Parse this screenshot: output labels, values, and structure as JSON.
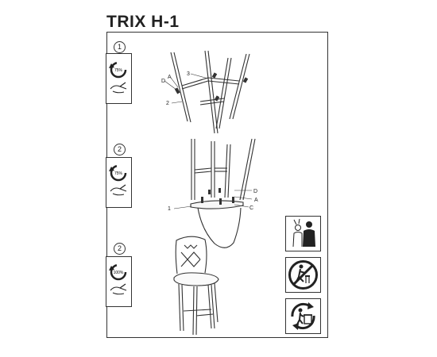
{
  "title": "TRIX H-1",
  "steps": [
    {
      "number": "1",
      "torque": "75%"
    },
    {
      "number": "2",
      "torque": "75%"
    },
    {
      "number": "2",
      "torque": "100%"
    }
  ],
  "part_labels": {
    "step1": {
      "d": "D",
      "a": "A",
      "three": "3",
      "two": "2"
    },
    "step2": {
      "one": "1",
      "d": "D",
      "a": "A",
      "c": "C"
    }
  },
  "icons": [
    "step-number-icon",
    "wrench-rotation-icon",
    "hand-tool-icon",
    "two-person-warning-icon",
    "no-climbing-warning-icon",
    "recycle-disposal-icon"
  ]
}
